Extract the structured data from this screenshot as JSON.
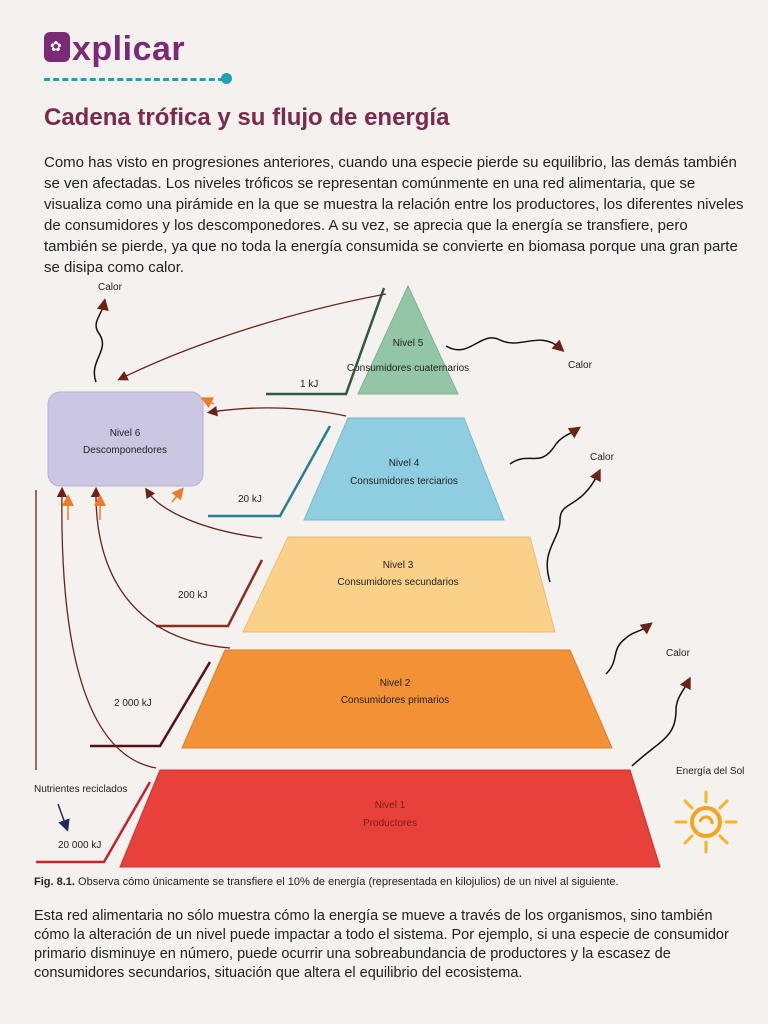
{
  "header": {
    "section": "xplicar"
  },
  "title": "Cadena trófica y su flujo de energía",
  "intro": "Como has visto en progresiones anteriores, cuando una especie pierde su equilibrio, las demás también se ven afectadas. Los niveles tróficos se representan comúnmente en una red alimentaria, que se visualiza como una pirámide en la que se muestra la relación entre los productores, los diferentes niveles de consumidores y los descomponedores. A su vez, se aprecia que la energía se transfiere, pero también se pierde, ya que no toda la energía consumida se convierte en biomasa porque una gran parte se disipa como calor.",
  "levels": [
    {
      "name": "Nivel 5",
      "desc": "Consumidores cuaternarios",
      "color": "#93c6a6"
    },
    {
      "name": "Nivel 4",
      "desc": "Consumidores terciarios",
      "color": "#8fcde0"
    },
    {
      "name": "Nivel 3",
      "desc": "Consumidores secundarios",
      "color": "#fbd089"
    },
    {
      "name": "Nivel 2",
      "desc": "Consumidores primarios",
      "color": "#f39136"
    },
    {
      "name": "Nivel 1",
      "desc": "Productores",
      "color": "#e8413a"
    }
  ],
  "decomposers": {
    "name": "Nivel 6",
    "desc": "Descomponedores",
    "color": "#cbc7e3"
  },
  "energy": [
    "1 kJ",
    "20 kJ",
    "200 kJ",
    "2 000 kJ",
    "20 000 kJ"
  ],
  "heat_label": "Calor",
  "nutrients_label": "Nutrientes reciclados",
  "sun_label": "Energía del Sol",
  "caption": {
    "label": "Fig. 8.1.",
    "text": "Observa cómo únicamente se transfiere el 10% de energía (representada en kilojulios) de un nivel al siguiente."
  },
  "outro": "Esta red alimentaria no sólo muestra cómo la energía se mueve a través de los organismos, sino también cómo la alteración de un nivel puede impactar a todo el sistema. Por ejemplo, si una especie de consumidor primario disminuye en número, puede ocurrir una sobreabundancia de productores y la escasez de consumidores secundarios, situación que altera el equilibrio del ecosistema."
}
